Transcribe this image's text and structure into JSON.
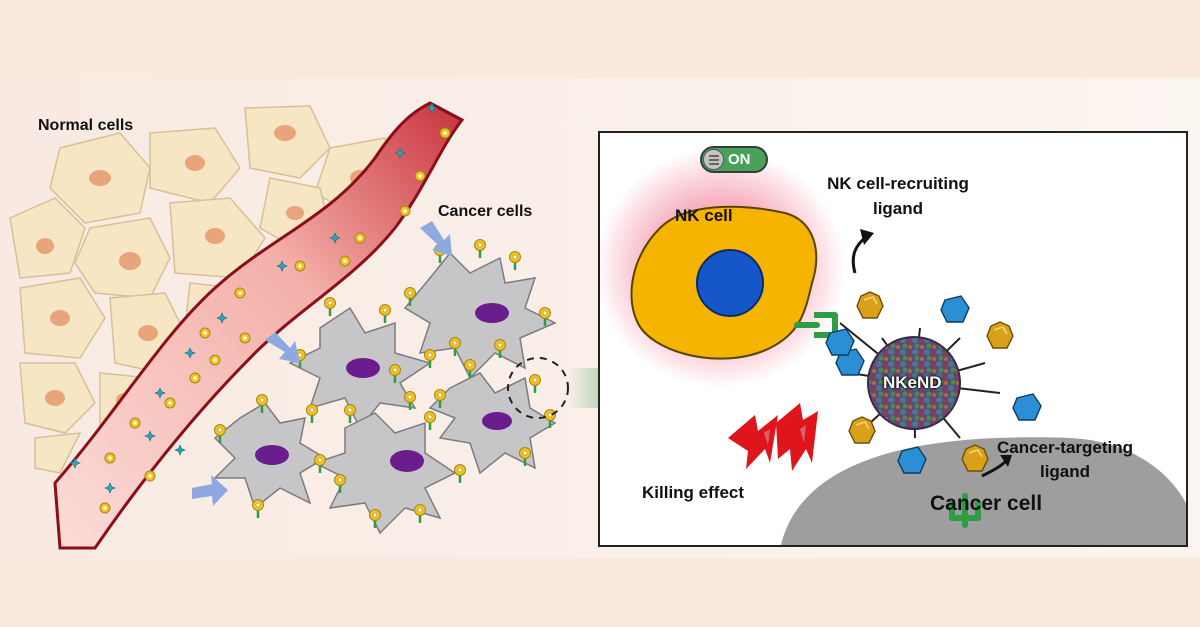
{
  "labels": {
    "normal_cells": "Normal cells",
    "cancer_cells": "Cancer cells",
    "nk_cell": "NK cell",
    "toggle_on": "ON",
    "nk_ligand_line1": "NK cell-recruiting",
    "nk_ligand_line2": "ligand",
    "nanoparticle": "NKeND",
    "cancer_ligand_line1": "Cancer-targeting",
    "cancer_ligand_line2": "ligand",
    "killing_effect": "Killing effect",
    "cancer_cell": "Cancer cell"
  },
  "colors": {
    "page_background": "#fbe9dd",
    "figure_background": "#fbf3ed",
    "normal_cell_fill": "#f7e6c4",
    "normal_cell_nucleus": "#e8a47a",
    "vessel_wall": "#a3121c",
    "vessel_lumen": "#f6c2bd",
    "cancer_cell_fill": "#c6c6c8",
    "cancer_cell_nucleus": "#6a1d8c",
    "nk_cell_fill": "#f5b400",
    "nk_cell_nucleus": "#1557c8",
    "nk_glow": "#f6a8b8",
    "receptor_green": "#2e9d45",
    "ligand_blue": "#2a8fd4",
    "ligand_gold": "#d9a019",
    "arrow_blue": "#8da9df",
    "zoom_arrow": "#2a9a4a",
    "lightning": "#e0151c",
    "toggle_on": "#48a05a",
    "cancer_cell_large": "#9e9e9e"
  },
  "icons": [
    "toggle-switch-icon",
    "lightning-bolt-icon",
    "curved-arrow-icon",
    "zoom-arrow-icon"
  ]
}
